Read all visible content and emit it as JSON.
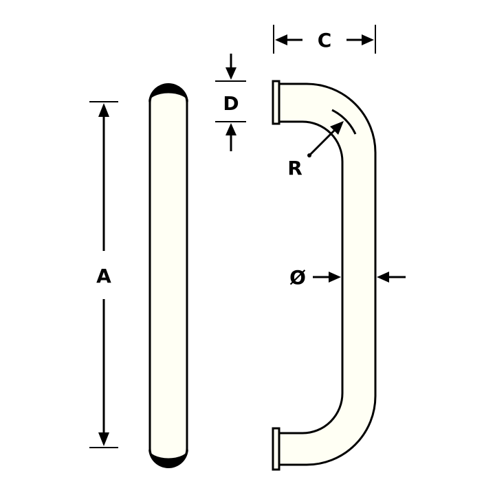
{
  "labels": {
    "a": "A",
    "c": "C",
    "d": "D",
    "r": "R",
    "diameter": "Ø"
  },
  "colors": {
    "background": "#ffffff",
    "handle_fill": "#fffff4",
    "ink": "#000000"
  }
}
